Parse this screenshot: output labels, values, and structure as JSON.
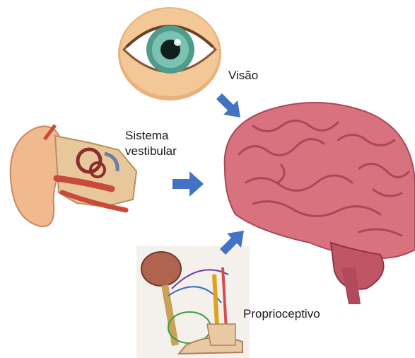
{
  "labels": {
    "vision": "Visão",
    "vestibular_line1": "Sistema",
    "vestibular_line2": "vestibular",
    "proprioceptive": "Proprioceptivo"
  },
  "colors": {
    "arrow": "#4472c4",
    "brain": "#d9727f",
    "eye_skin": "#f2c28f",
    "iris": "#4f9c8c",
    "ear": "#f0b98e"
  },
  "icons": [
    "eye-icon",
    "ear-icon",
    "brain-icon",
    "proprioception-icon"
  ]
}
